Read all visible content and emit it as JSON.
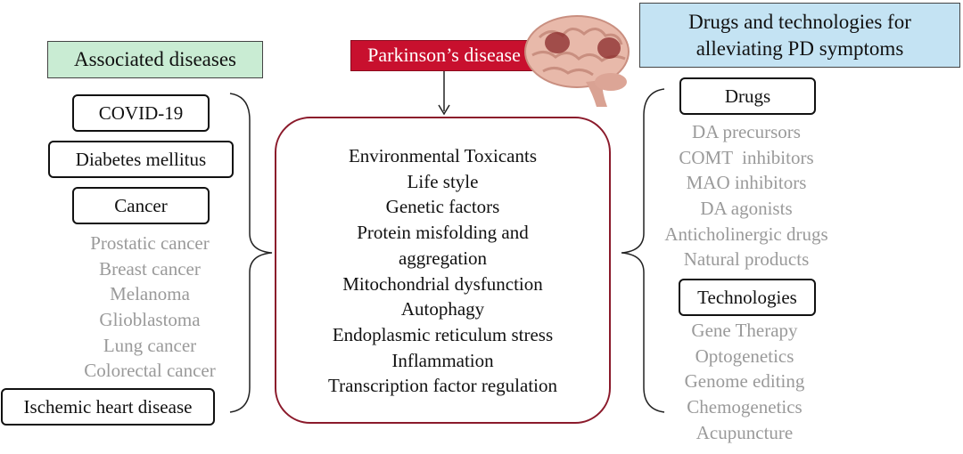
{
  "header_left": {
    "label": "Associated diseases",
    "color": "#c9ecd3"
  },
  "header_center": {
    "label": "Parkinson’s disease",
    "color": "#c8102e"
  },
  "header_right": {
    "label_line1": "Drugs and technologies for",
    "label_line2": "alleviating PD symptoms",
    "color": "#c4e3f3"
  },
  "brain_icon": "brain-icon",
  "left": {
    "boxes": {
      "covid": "COVID-19",
      "diabetes": "Diabetes mellitus",
      "cancer": "Cancer",
      "ischemic": "Ischemic heart disease"
    },
    "cancer_types": [
      "Prostatic cancer",
      "Breast cancer",
      "Melanoma",
      "Glioblastoma",
      "Lung cancer",
      "Colorectal cancer"
    ]
  },
  "center": {
    "items": [
      "Environmental Toxicants",
      "Life style",
      "Genetic factors",
      "Protein misfolding and",
      "aggregation",
      "Mitochondrial dysfunction",
      "Autophagy",
      "Endoplasmic reticulum stress",
      "Inflammation",
      "Transcription factor regulation"
    ],
    "border_color": "#8b1a2b"
  },
  "right": {
    "drugs_label": "Drugs",
    "drugs": [
      "DA precursors",
      "COMT  inhibitors",
      "MAO inhibitors",
      "DA agonists",
      "Anticholinergic drugs",
      "Natural products"
    ],
    "technologies_label": "Technologies",
    "technologies": [
      "Gene Therapy",
      "Optogenetics",
      "Genome editing",
      "Chemogenetics",
      "Acupuncture"
    ]
  }
}
